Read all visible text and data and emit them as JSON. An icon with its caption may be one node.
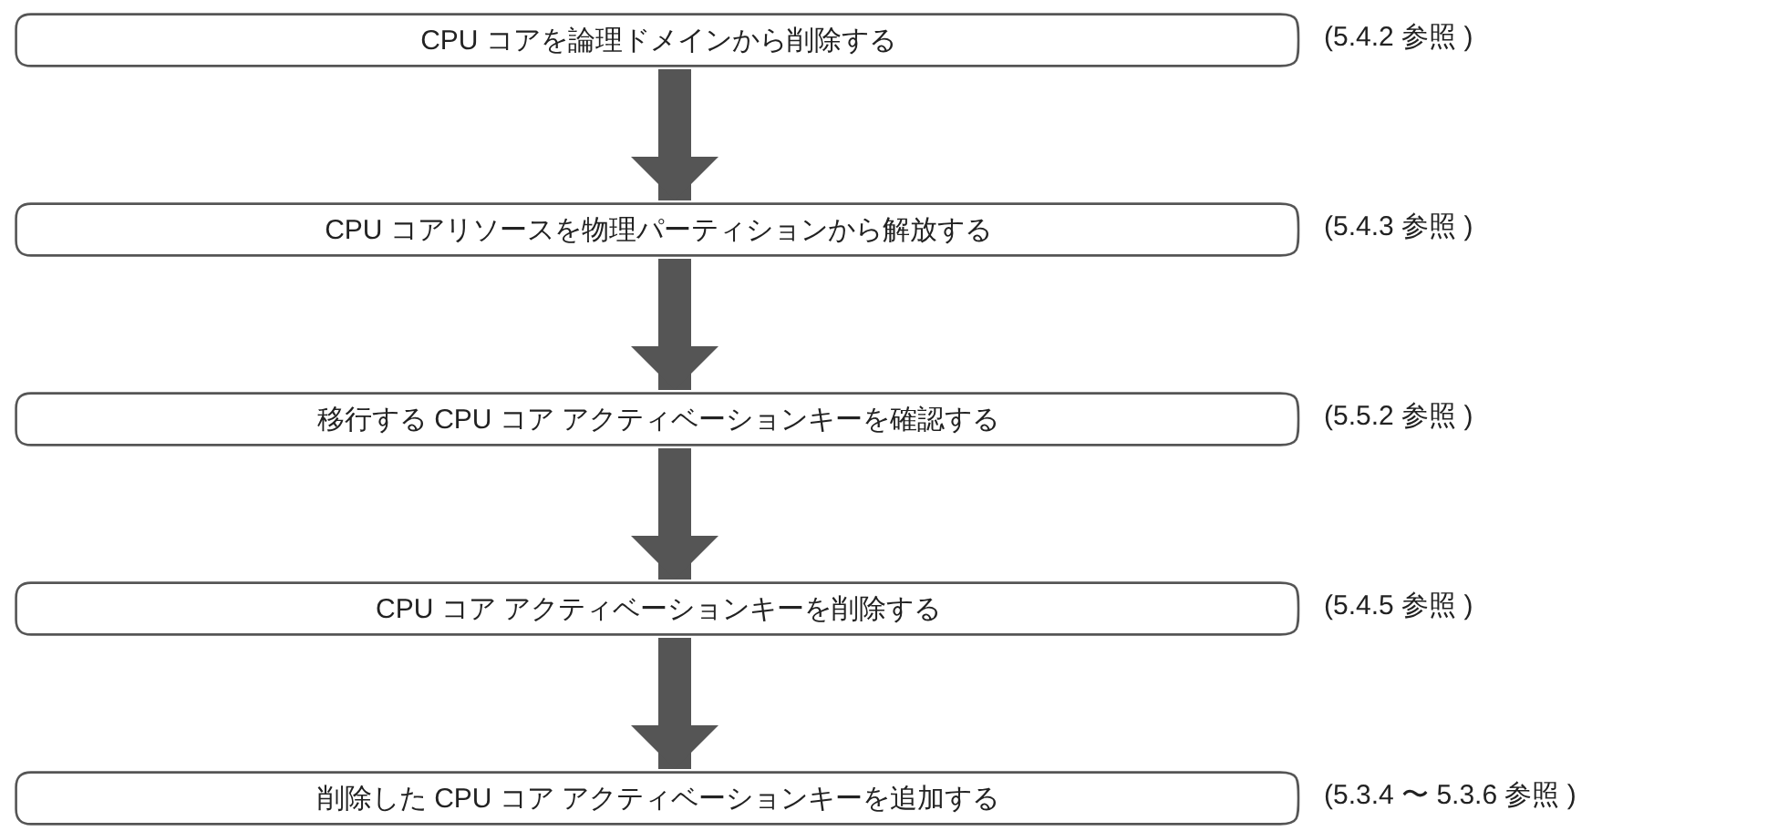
{
  "diagram": {
    "nodes": [
      {
        "text": [
          "CPU コアを論理ドメインから削除する"
        ],
        "beside": [
          "(5.4.2 参照 )"
        ]
      },
      {
        "text": [
          "CPU コアリソースを物理パーティションから解放する"
        ],
        "beside": [
          "(5.4.3 参照 )"
        ]
      },
      {
        "text": [
          "移行する CPU コア アクティベーションキーを確認する"
        ],
        "beside": [
          "(5.5.2 参照 )"
        ]
      },
      {
        "text": [
          "CPU コア アクティベーションキーを削除する"
        ],
        "beside": [
          "(5.4.5 参照 )"
        ]
      },
      {
        "text": [
          "削除した CPU コア アクティベーションキーを追加する"
        ],
        "beside": [
          "(5.3.4 〜 5.3.6 参照 )"
        ]
      }
    ],
    "edges": [
      {
        "from": 0,
        "to": 1,
        "arrow": "to"
      },
      {
        "from": 1,
        "to": 2,
        "arrow": "to"
      },
      {
        "from": 2,
        "to": 3,
        "arrow": "to"
      },
      {
        "from": 3,
        "to": 4,
        "arrow": "to"
      }
    ]
  }
}
